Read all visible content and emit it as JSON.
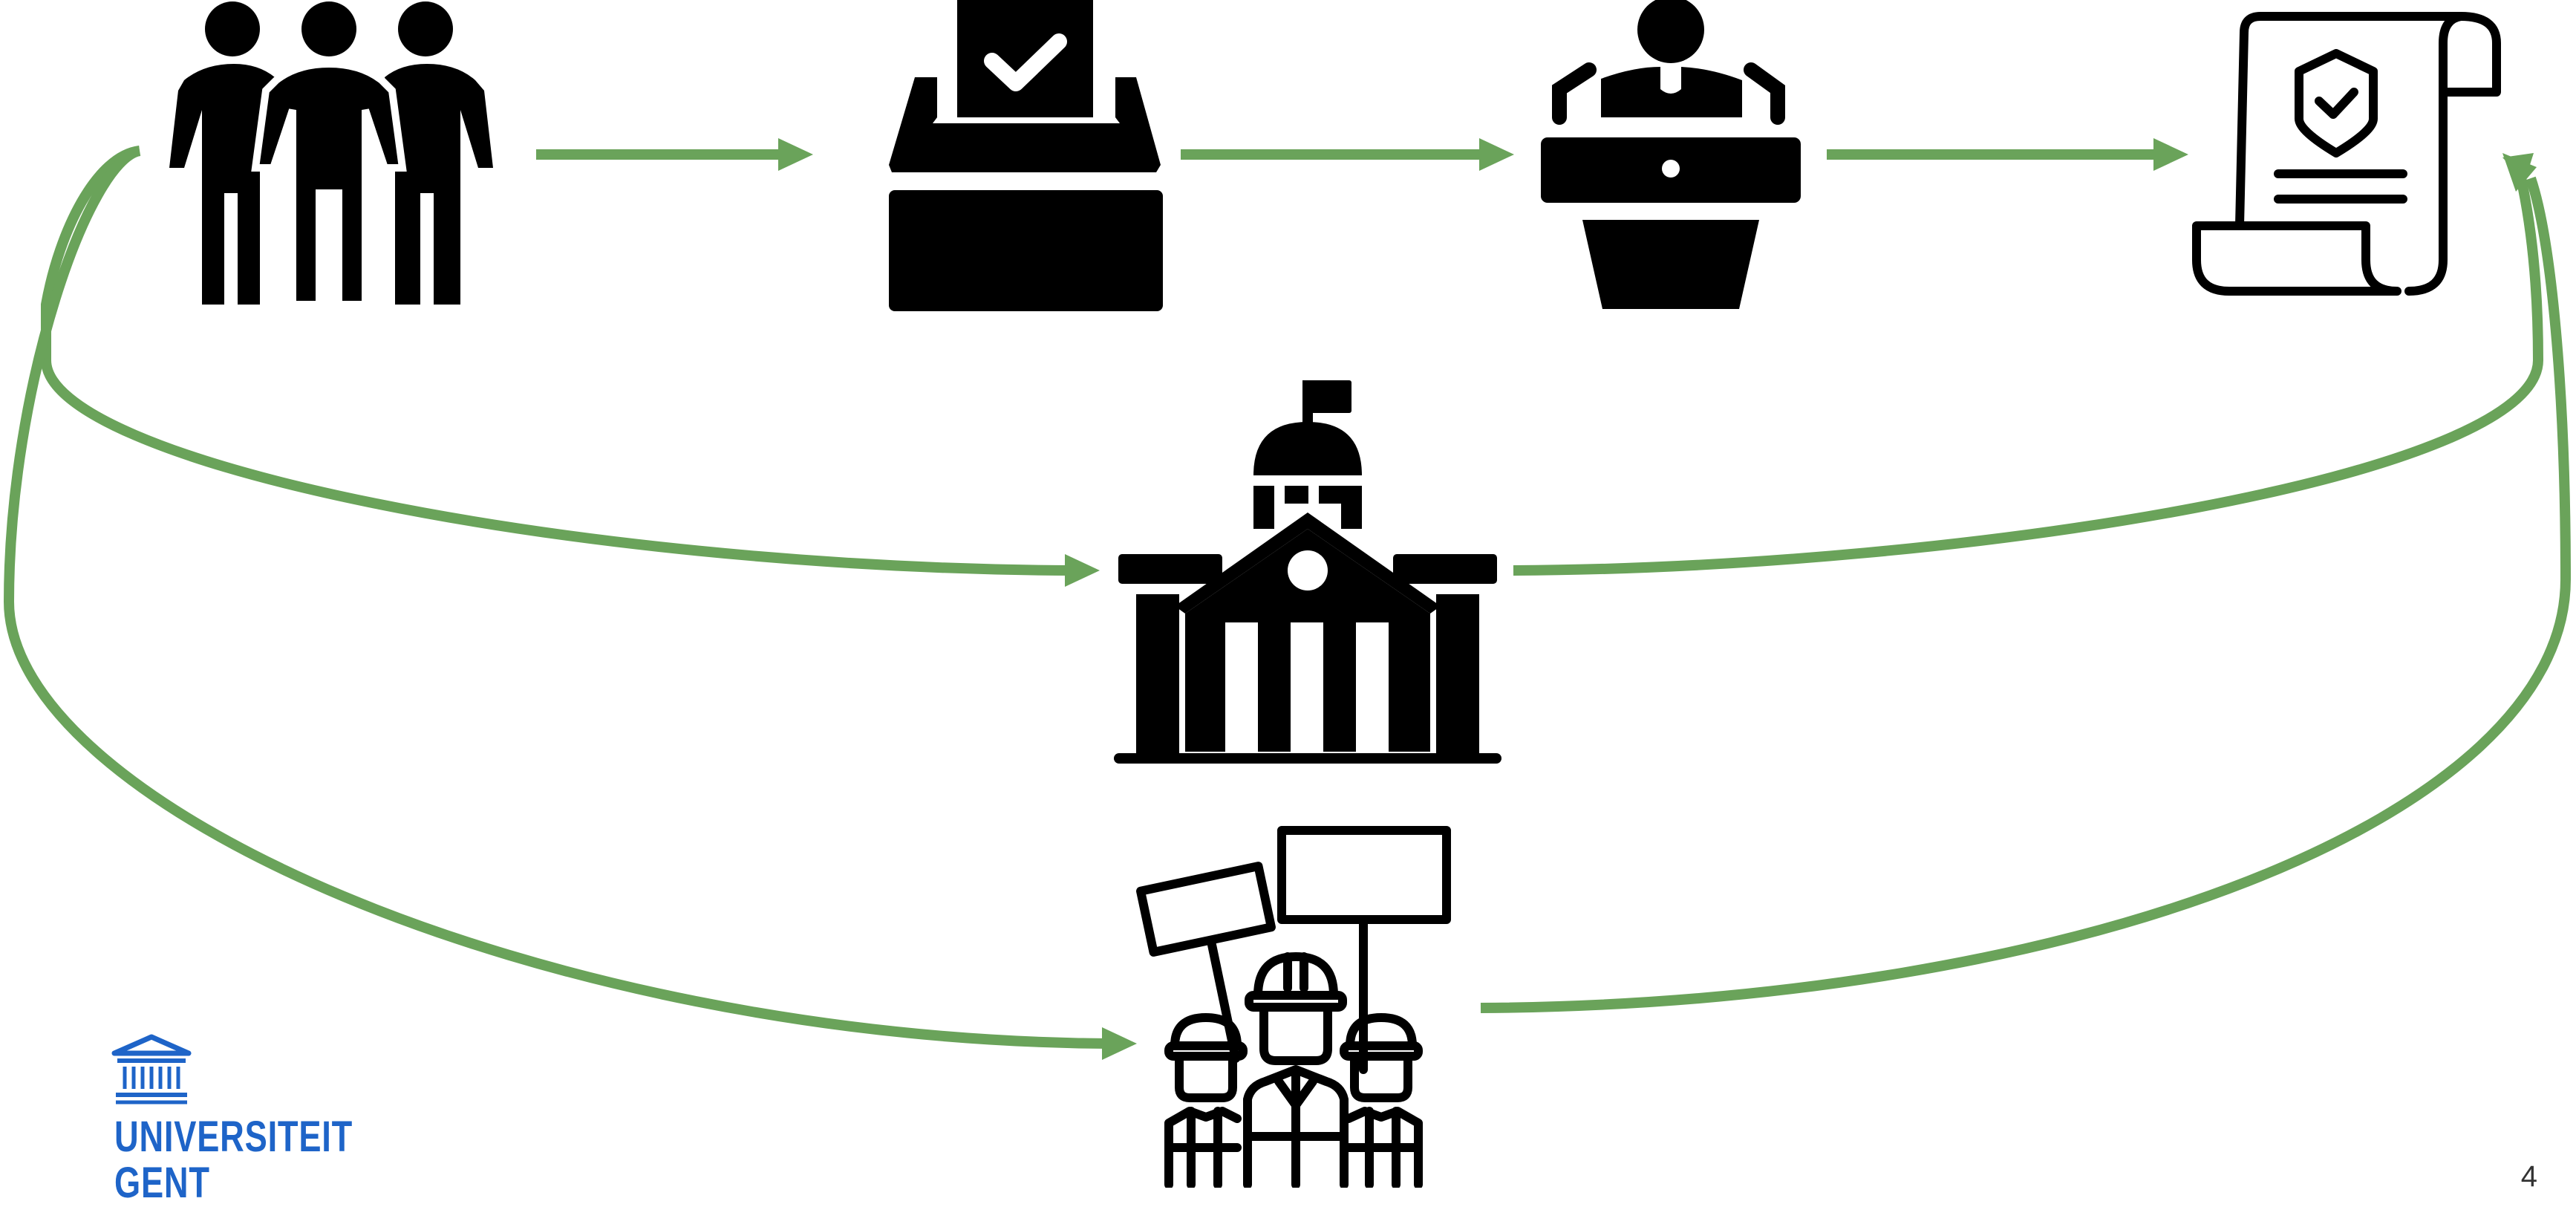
{
  "slide": {
    "page_number": "4",
    "logo": {
      "line1": "UNIVERSITEIT",
      "line2": "GENT",
      "color": "#1e64c8"
    }
  },
  "colors": {
    "arrow": "#6aa35a",
    "icon": "#000000",
    "background": "#ffffff"
  },
  "nodes": [
    {
      "id": "citizens",
      "icon": "people-group-icon"
    },
    {
      "id": "election",
      "icon": "ballot-box-icon"
    },
    {
      "id": "politician",
      "icon": "speaker-podium-icon"
    },
    {
      "id": "law",
      "icon": "law-scroll-icon"
    },
    {
      "id": "government",
      "icon": "government-building-icon"
    },
    {
      "id": "protest",
      "icon": "protesters-icon"
    }
  ],
  "edges": [
    {
      "from": "citizens",
      "to": "election"
    },
    {
      "from": "election",
      "to": "politician"
    },
    {
      "from": "politician",
      "to": "law"
    },
    {
      "from": "citizens",
      "to": "government"
    },
    {
      "from": "government",
      "to": "law"
    },
    {
      "from": "citizens",
      "to": "protest"
    },
    {
      "from": "protest",
      "to": "law"
    }
  ]
}
